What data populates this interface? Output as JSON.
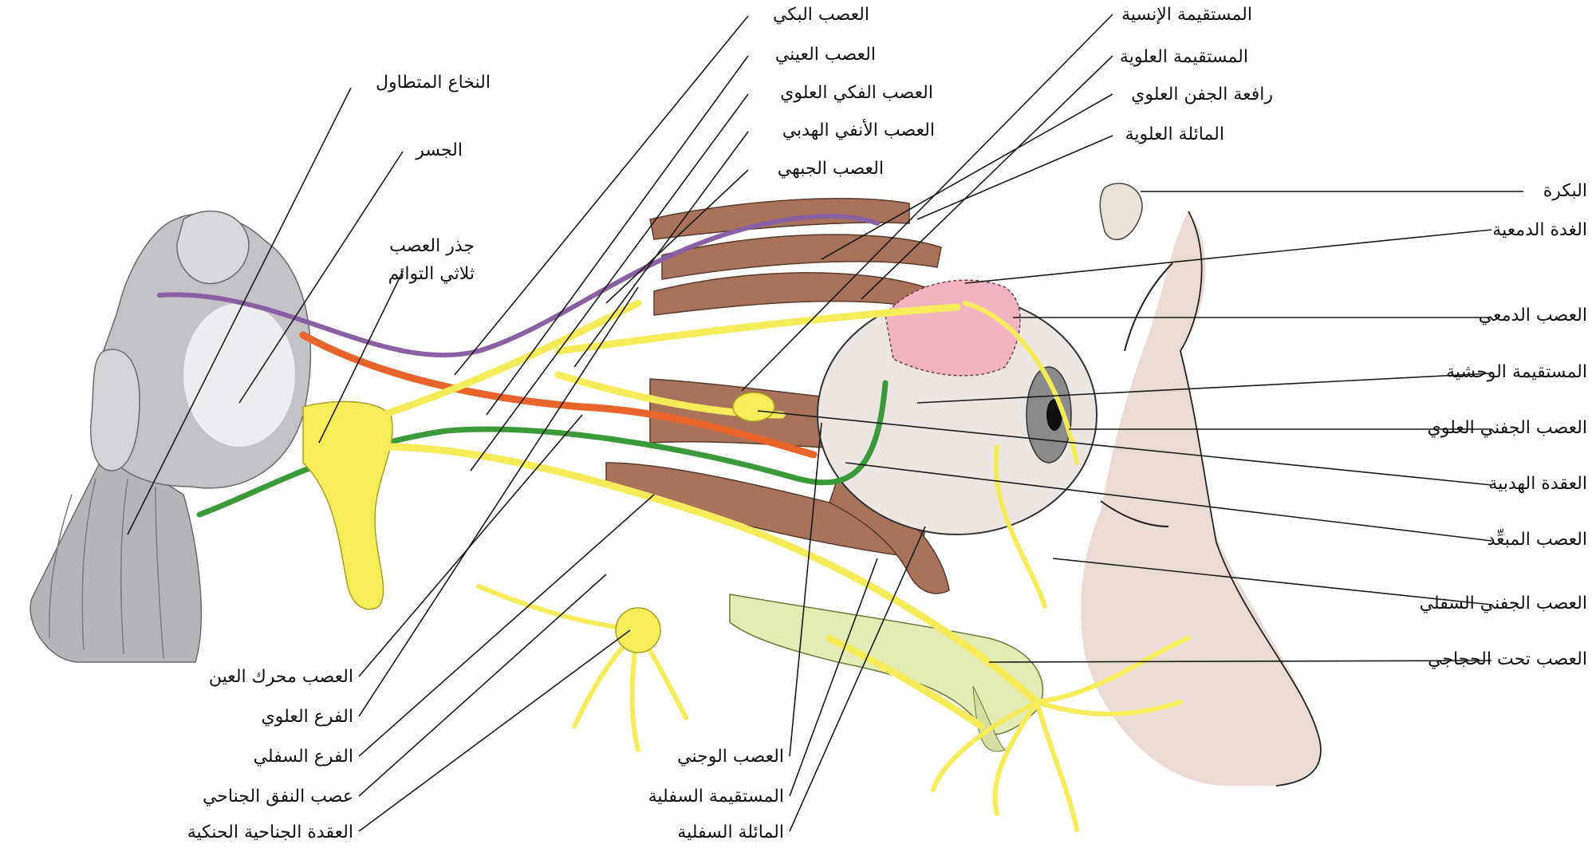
{
  "diagram": {
    "colors": {
      "nerve_yellow": "#f6ec5a",
      "nerve_orange": "#e8642a",
      "nerve_purple": "#8a5fa3",
      "nerve_green": "#3a9a3a",
      "muscle_brown": "#a8735a",
      "brainstem_gray": "#b9b9bd",
      "lacrimal_pink": "#f2b4c0",
      "skin_tone": "#eadcd4",
      "bone_green": "#e3ecb4"
    },
    "labels": {
      "medulla": "النخاع المتطاول",
      "pons": "الجسر",
      "trigeminal_root_1": "جذر العصب",
      "trigeminal_root_2": "ثلاثي التوائم",
      "ciliary_nerve": "العصب البكي",
      "ophthalmic_nerve": "العصب العيني",
      "maxillary_nerve": "العصب الفكي العلوي",
      "nasociliary_nerve": "العصب الأنفي الهدبي",
      "frontal_nerve": "العصب الجبهي",
      "medial_rectus": "المستقيمة الإنسية",
      "superior_rectus": "المستقيمة العلوية",
      "levator_palpebrae": "رافعة الجفن العلوي",
      "superior_oblique": "المائلة العلوية",
      "trochlea": "البكرة",
      "lacrimal_gland": "الغدة الدمعية",
      "lacrimal_nerve": "العصب الدمعي",
      "lateral_rectus": "المستقيمة الوحشية",
      "superior_palpebral_nerve": "العصب الجفني العلوي",
      "ciliary_ganglion": "العقدة الهدبية",
      "abducens_nerve": "العصب المبعِّد",
      "inferior_palpebral_nerve": "العصب الجفني السفلي",
      "infraorbital_nerve": "العصب تحت الحجاجي",
      "oculomotor_nerve": "العصب محرك العين",
      "superior_branch": "الفرع العلوي",
      "inferior_branch": "الفرع السفلي",
      "pterygoid_canal_nerve": "عصب النفق الجناحي",
      "pterygopalatine_ganglion": "العقدة الجناحية الحنكية",
      "zygomatic_nerve": "العصب الوجني",
      "inferior_rectus": "المستقيمة السفلية",
      "inferior_oblique": "المائلة السفلية"
    }
  }
}
